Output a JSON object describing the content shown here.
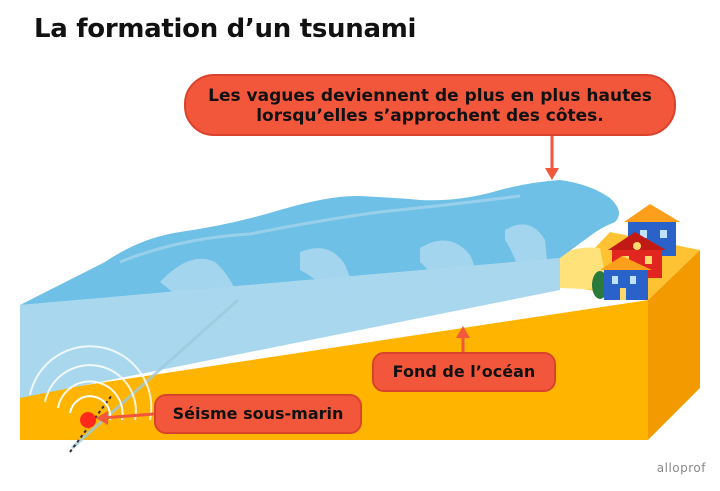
{
  "title": "La formation d’un tsunami",
  "labels": {
    "waves_line1": "Les vagues deviennent de plus en plus hautes",
    "waves_line2": "lorsqu’elles s’approchent des côtes.",
    "ocean_floor": "Fond de l’océan",
    "earthquake": "Séisme sous-marin"
  },
  "brand": "alloprof",
  "colors": {
    "callout": "#f2573c",
    "water_light": "#a8d6ee",
    "water_mid": "#6fc0e6",
    "ground": "#ffb400",
    "ground_dark": "#f39a00",
    "epicenter": "#ff2a1a"
  }
}
